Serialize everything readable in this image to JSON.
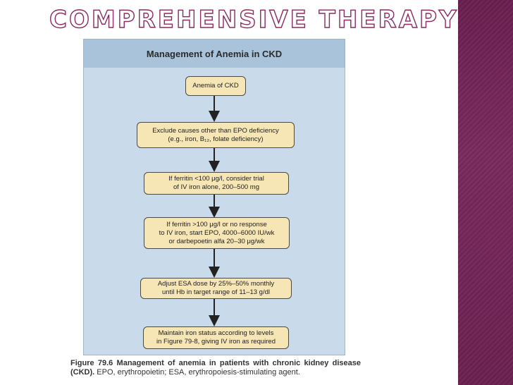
{
  "slide": {
    "title": "Comprehensive Therapy"
  },
  "figure": {
    "header": "Management of Anemia in CKD",
    "nodes": [
      {
        "lines": [
          "Anemia of CKD"
        ]
      },
      {
        "lines": [
          "Exclude causes other than EPO deficiency",
          "(e.g., iron, B₁₂, folate deficiency)"
        ]
      },
      {
        "lines": [
          "If ferritin <100 μg/l, consider trial",
          "of IV iron alone, 200–500 mg"
        ]
      },
      {
        "lines": [
          "If ferritin >100 μg/l or no response",
          "to IV iron, start EPO, 4000–6000 IU/wk",
          "or darbepoetin alfa 20–30 μg/wk"
        ]
      },
      {
        "lines": [
          "Adjust ESA dose by 25%–50% monthly",
          "until Hb in target range of 11–13 g/dl"
        ]
      },
      {
        "lines": [
          "Maintain iron status according to levels",
          "in Figure 79-8, giving IV iron as required"
        ]
      }
    ]
  },
  "caption": {
    "label": "Figure 79.6",
    "title": "Management of anemia in patients with chronic kidney disease (CKD).",
    "body": "EPO, erythropoietin; ESA, erythropoiesis-stimulating agent."
  },
  "colors": {
    "title_stroke": "#8b2a63",
    "side_panel": "#6a1f50",
    "figure_bg": "#c9dbea",
    "node_fill": "#f6e6b6"
  }
}
